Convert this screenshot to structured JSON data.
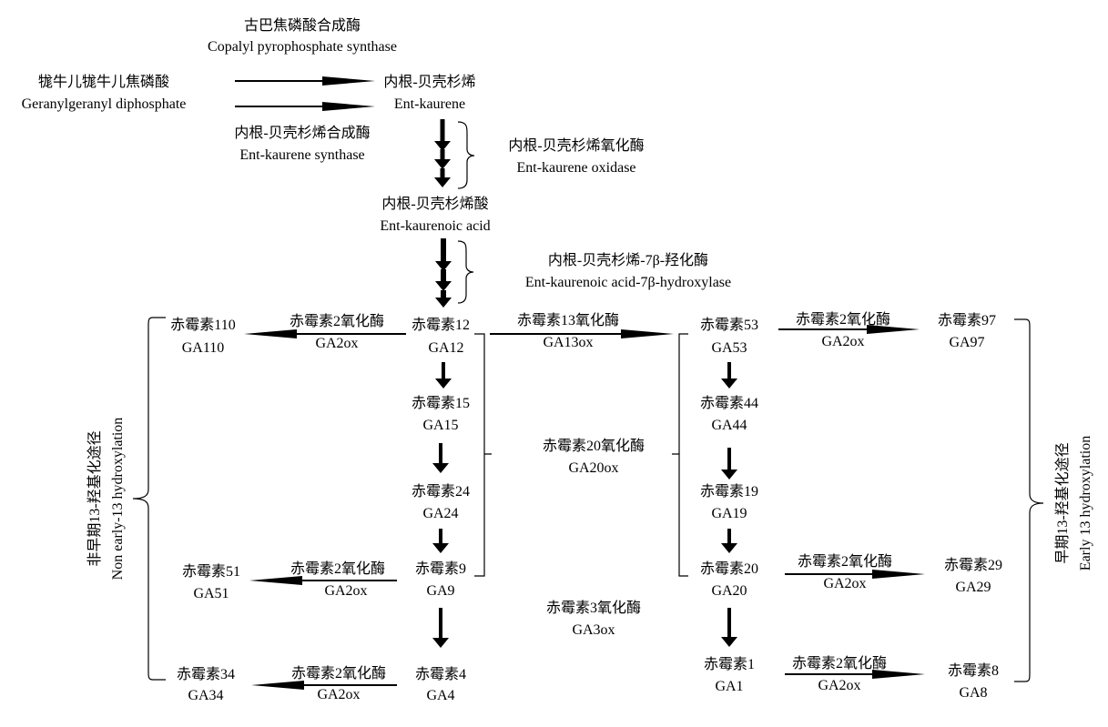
{
  "nodes": {
    "ggdp": {
      "cn": "牻牛儿牻牛儿焦磷酸",
      "en": "Geranylgeranyl diphosphate"
    },
    "kaurene": {
      "cn": "内根-贝壳杉烯",
      "en": "Ent-kaurene"
    },
    "kaurenoic": {
      "cn": "内根-贝壳杉烯酸",
      "en": "Ent-kaurenoic acid"
    },
    "ga12": {
      "cn": "赤霉素12",
      "en": "GA12"
    },
    "ga15": {
      "cn": "赤霉素15",
      "en": "GA15"
    },
    "ga24": {
      "cn": "赤霉素24",
      "en": "GA24"
    },
    "ga9": {
      "cn": "赤霉素9",
      "en": "GA9"
    },
    "ga4": {
      "cn": "赤霉素4",
      "en": "GA4"
    },
    "ga110": {
      "cn": "赤霉素110",
      "en": "GA110"
    },
    "ga51": {
      "cn": "赤霉素51",
      "en": "GA51"
    },
    "ga34": {
      "cn": "赤霉素34",
      "en": "GA34"
    },
    "ga53": {
      "cn": "赤霉素53",
      "en": "GA53"
    },
    "ga44": {
      "cn": "赤霉素44",
      "en": "GA44"
    },
    "ga19": {
      "cn": "赤霉素19",
      "en": "GA19"
    },
    "ga20": {
      "cn": "赤霉素20",
      "en": "GA20"
    },
    "ga1": {
      "cn": "赤霉素1",
      "en": "GA1"
    },
    "ga97": {
      "cn": "赤霉素97",
      "en": "GA97"
    },
    "ga29": {
      "cn": "赤霉素29",
      "en": "GA29"
    },
    "ga8": {
      "cn": "赤霉素8",
      "en": "GA8"
    }
  },
  "enzymes": {
    "cps": {
      "cn": "古巴焦磷酸合成酶",
      "en": "Copalyl pyrophosphate synthase"
    },
    "ks": {
      "cn": "内根-贝壳杉烯合成酶",
      "en": "Ent-kaurene synthase"
    },
    "ko": {
      "cn": "内根-贝壳杉烯氧化酶",
      "en": "Ent-kaurene oxidase"
    },
    "kao": {
      "cn": "内根-贝壳杉烯-7β-羟化酶",
      "en": "Ent-kaurenoic acid-7β-hydroxylase"
    },
    "ga13ox": {
      "cn": "赤霉素13氧化酶",
      "en": "GA13ox"
    },
    "ga20ox": {
      "cn": "赤霉素20氧化酶",
      "en": "GA20ox"
    },
    "ga3ox": {
      "cn": "赤霉素3氧化酶",
      "en": "GA3ox"
    },
    "ga2ox": {
      "cn": "赤霉素2氧化酶",
      "en": "GA2ox"
    }
  },
  "pathways": {
    "non_early13": {
      "cn": "非早期13-羟基化途径",
      "en": "Non early-13 hydroxylation"
    },
    "early13": {
      "cn": "早期13-羟基化途径",
      "en": "Early 13 hydroxylation"
    }
  }
}
